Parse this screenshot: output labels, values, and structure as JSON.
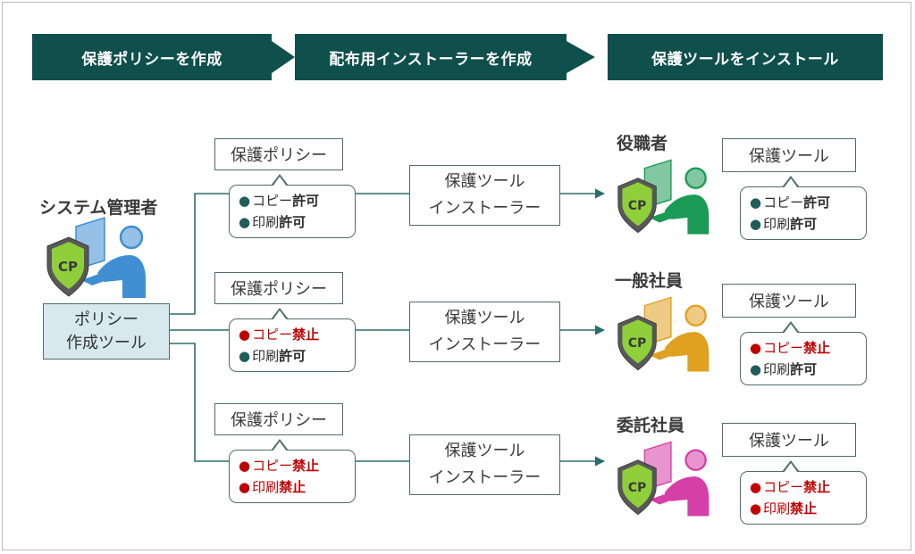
{
  "steps": [
    "保護ポリシーを作成",
    "配布用インストーラーを作成",
    "保護ツールをインストール"
  ],
  "admin": {
    "label": "システム管理者",
    "tool_line1": "ポリシー",
    "tool_line2": "作成ツール"
  },
  "shield_text": "CP",
  "colors": {
    "header_bg": "#0f4f4c",
    "allowed": "#1f5c5a",
    "denied": "#c00000",
    "admin_person": "#3f8fd2",
    "executive_person": "#1a9a55",
    "general_person": "#e0a020",
    "contract_person": "#d63fa8"
  },
  "rows": [
    {
      "policy_label": "保護ポリシー",
      "copy_label": "コピー",
      "copy_value": "許可",
      "copy_allowed": true,
      "print_label": "印刷",
      "print_value": "許可",
      "print_allowed": true,
      "installer_line1": "保護ツール",
      "installer_line2": "インストーラー",
      "recipient": "役職者",
      "person_color": "executive_person",
      "tool_label": "保護ツール"
    },
    {
      "policy_label": "保護ポリシー",
      "copy_label": "コピー",
      "copy_value": "禁止",
      "copy_allowed": false,
      "print_label": "印刷",
      "print_value": "許可",
      "print_allowed": true,
      "installer_line1": "保護ツール",
      "installer_line2": "インストーラー",
      "recipient": "一般社員",
      "person_color": "general_person",
      "tool_label": "保護ツール"
    },
    {
      "policy_label": "保護ポリシー",
      "copy_label": "コピー",
      "copy_value": "禁止",
      "copy_allowed": false,
      "print_label": "印刷",
      "print_value": "禁止",
      "print_allowed": false,
      "installer_line1": "保護ツール",
      "installer_line2": "インストーラー",
      "recipient": "委託社員",
      "person_color": "contract_person",
      "tool_label": "保護ツール"
    }
  ]
}
